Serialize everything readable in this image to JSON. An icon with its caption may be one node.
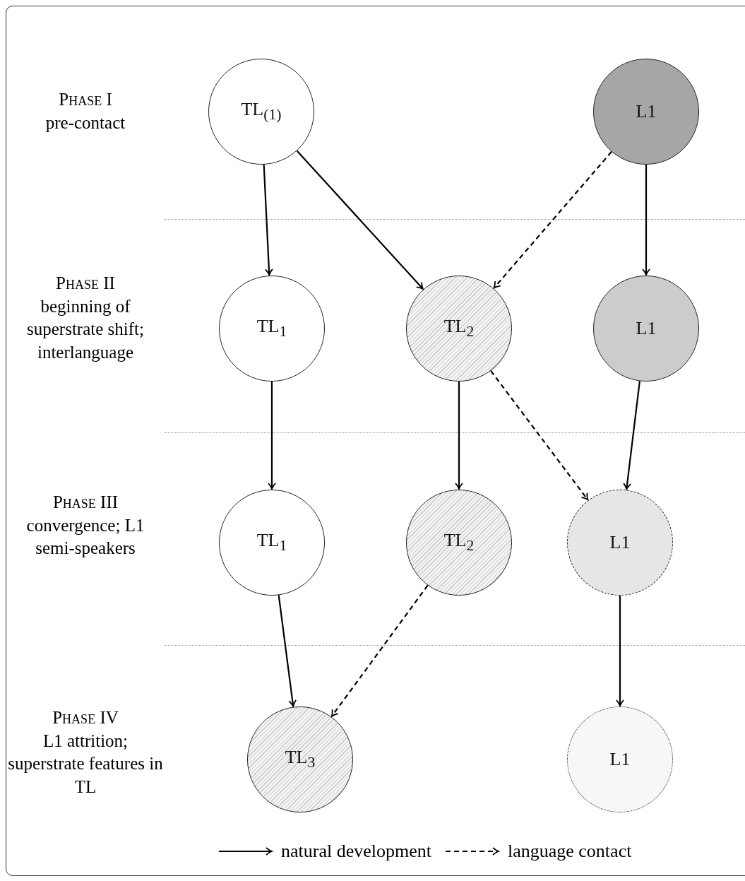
{
  "diagram": {
    "nodes": [
      {
        "text": [
          "TL$_{(1)}$"
        ]
      },
      {
        "text": [
          "L1"
        ]
      },
      {
        "text": [
          "TL$_{1}$"
        ]
      },
      {
        "text": [
          "TL$_{2}$"
        ]
      },
      {
        "text": [
          "L1"
        ]
      },
      {
        "text": [
          "TL$_{1}$"
        ]
      },
      {
        "text": [
          "TL$_{2}$"
        ]
      },
      {
        "text": [
          "L1"
        ]
      },
      {
        "text": [
          "TL$_{3}$"
        ]
      },
      {
        "text": [
          "L1"
        ]
      }
    ],
    "edges": [
      {
        "from": 0,
        "to": 2,
        "arrow": "to"
      },
      {
        "from": 0,
        "to": 3,
        "arrow": "to"
      },
      {
        "from": 1,
        "to": 3,
        "arrow": "to",
        "style": "dashed"
      },
      {
        "from": 1,
        "to": 4,
        "arrow": "to"
      },
      {
        "from": 2,
        "to": 5,
        "arrow": "to"
      },
      {
        "from": 3,
        "to": 6,
        "arrow": "to"
      },
      {
        "from": 3,
        "to": 7,
        "arrow": "to",
        "style": "dashed"
      },
      {
        "from": 4,
        "to": 7,
        "arrow": "to"
      },
      {
        "from": 5,
        "to": 8,
        "arrow": "to"
      },
      {
        "from": 6,
        "to": 8,
        "arrow": "to",
        "style": "dashed"
      },
      {
        "from": 7,
        "to": 9,
        "arrow": "to"
      }
    ],
    "labels": [
      "Phase I",
      "pre-contact",
      "Phase II",
      "beginning of superstrate shift; interlanguage",
      "Phase III",
      "convergence; L1 semi-speakers",
      "Phase IV",
      "L1 attrition; superstrate features in TL"
    ],
    "legend": [
      {
        "text": "natural development"
      },
      {
        "text": "language contact"
      }
    ]
  }
}
